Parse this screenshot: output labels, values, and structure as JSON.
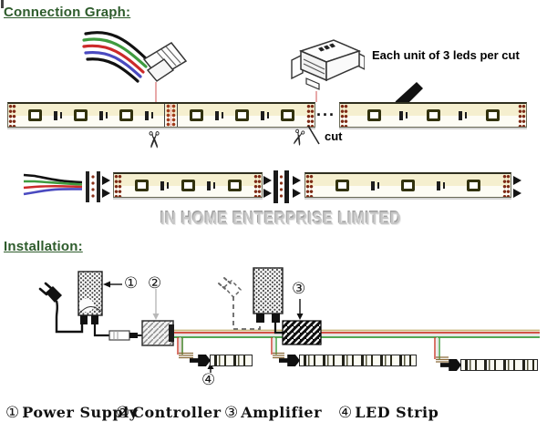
{
  "titles": {
    "connection": "Connection Graph:",
    "installation": "Installation:"
  },
  "connection_graph": {
    "note": "Each unit of 3 leds per cut",
    "cut_label": "cut",
    "ellipsis": "...",
    "scissors_glyph": "✂"
  },
  "watermark": "IN HOME ENTERPRISE LIMITED",
  "callouts": {
    "c1": "①",
    "c2": "②",
    "c3": "③",
    "c4": "④"
  },
  "legend": {
    "items": [
      {
        "num": "①",
        "label": "Power Supply"
      },
      {
        "num": "②",
        "label": "Controller"
      },
      {
        "num": "③",
        "label": "Amplifier"
      },
      {
        "num": "④",
        "label": "LED Strip"
      }
    ]
  },
  "colors": {
    "title_green": "#2e5c2c",
    "strip_pcb": "#f5efcf",
    "pad_copper": "#7e2a16",
    "wire_black": "#111111",
    "wire_green": "#3f9b3f",
    "wire_red": "#cc2a2a",
    "wire_blue": "#4a4ac0",
    "bus_tan": "#c9b87c",
    "bus_red": "#c9392b",
    "bus_green": "#3a9a3a",
    "watermark_gray": "#c7c7c7"
  }
}
